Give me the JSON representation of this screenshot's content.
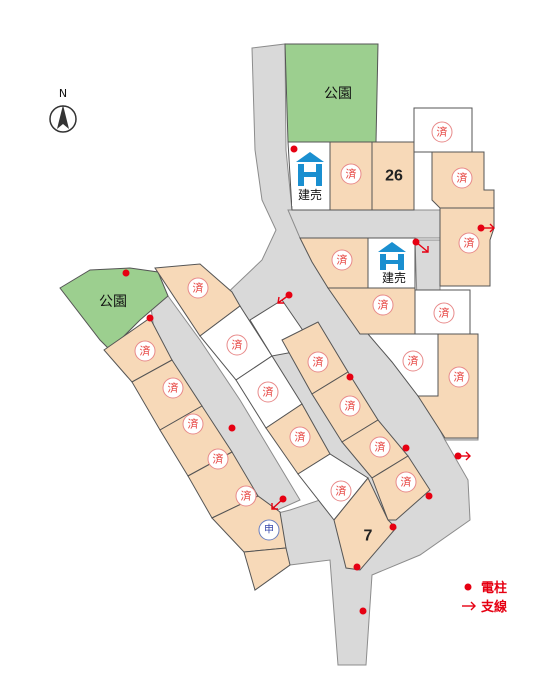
{
  "compass": {
    "north_label": "N"
  },
  "parks": [
    {
      "label": "公園"
    },
    {
      "label": "公園"
    }
  ],
  "lot_numbers": {
    "lot_26": "26",
    "lot_7": "7"
  },
  "sold_label": "済",
  "application_label": "申",
  "for_sale_label": "建売",
  "legend": {
    "pole_label": "電柱",
    "stay_label": "支線"
  },
  "colors": {
    "sold_lot_fill": "#f7d9b8",
    "available_lot_fill": "#ffffff",
    "park_fill": "#9ccf8f",
    "road_fill": "#d9d9d9",
    "pole_color": "#e60012",
    "logo_blue": "#1a8fd0"
  }
}
